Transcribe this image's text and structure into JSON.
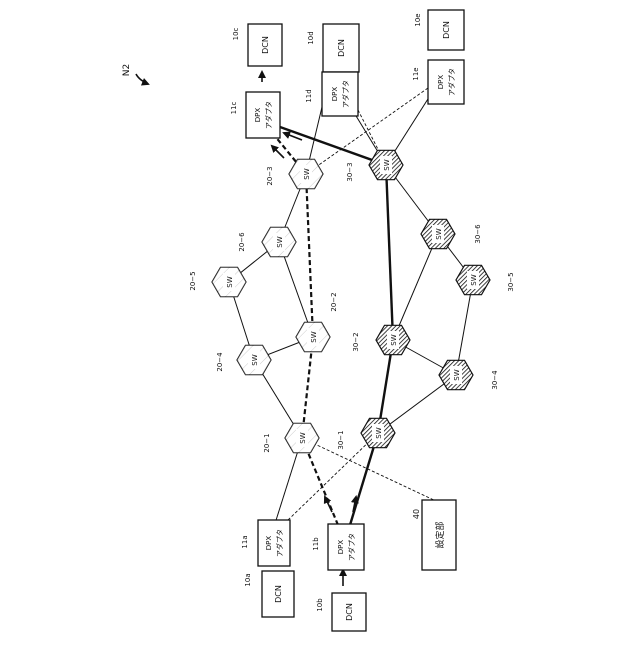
{
  "figure": {
    "id_label": "N2",
    "rotation": "rotated 90 degrees counter-clockwise",
    "dcn_text": "DCN",
    "dpx_line1": "DPX",
    "dpx_line2": "アダプタ",
    "sw_text": "SW",
    "controller_text": "設定部",
    "controller_ref": "40"
  },
  "dcns": [
    {
      "id": "10a",
      "ref": "10a"
    },
    {
      "id": "10b",
      "ref": "10b"
    },
    {
      "id": "10c",
      "ref": "10c"
    },
    {
      "id": "10d",
      "ref": "10d"
    },
    {
      "id": "10e",
      "ref": "10e"
    }
  ],
  "adapters": [
    {
      "id": "11a",
      "ref": "11a"
    },
    {
      "id": "11b",
      "ref": "11b"
    },
    {
      "id": "11c",
      "ref": "11c"
    },
    {
      "id": "11d",
      "ref": "11d"
    },
    {
      "id": "11e",
      "ref": "11e"
    }
  ],
  "switches_network_20": [
    {
      "id": "20-1",
      "ref": "20−1"
    },
    {
      "id": "20-2",
      "ref": "20−2"
    },
    {
      "id": "20-3",
      "ref": "20−3"
    },
    {
      "id": "20-4",
      "ref": "20−4"
    },
    {
      "id": "20-5",
      "ref": "20−5"
    },
    {
      "id": "20-6",
      "ref": "20−6"
    }
  ],
  "switches_network_30": [
    {
      "id": "30-1",
      "ref": "30−1"
    },
    {
      "id": "30-2",
      "ref": "30−2"
    },
    {
      "id": "30-3",
      "ref": "30−3"
    },
    {
      "id": "30-4",
      "ref": "30−4"
    },
    {
      "id": "30-5",
      "ref": "30−5"
    },
    {
      "id": "30-6",
      "ref": "30−6"
    }
  ],
  "links": [
    {
      "from": "11a",
      "to": "20-1",
      "style": "thin"
    },
    {
      "from": "20-1",
      "to": "20-4",
      "style": "thin"
    },
    {
      "from": "20-4",
      "to": "20-5",
      "style": "thin"
    },
    {
      "from": "20-5",
      "to": "20-6",
      "style": "thin"
    },
    {
      "from": "20-6",
      "to": "20-3",
      "style": "thin"
    },
    {
      "from": "20-4",
      "to": "20-2",
      "style": "thin"
    },
    {
      "from": "20-6",
      "to": "20-2",
      "style": "thin"
    },
    {
      "from": "20-3",
      "to": "11d",
      "style": "thin"
    },
    {
      "from": "20-3",
      "to": "11e",
      "style": "thin"
    },
    {
      "from": "11b",
      "to": "20-1",
      "style": "bold-dashed"
    },
    {
      "from": "20-1",
      "to": "20-2",
      "style": "bold-dashed"
    },
    {
      "from": "20-2",
      "to": "20-3",
      "style": "bold-dashed"
    },
    {
      "from": "20-3",
      "to": "11c",
      "style": "bold-dashed"
    },
    {
      "from": "11b",
      "to": "30-1",
      "style": "bold"
    },
    {
      "from": "30-1",
      "to": "30-2",
      "style": "bold"
    },
    {
      "from": "30-2",
      "to": "30-3",
      "style": "bold"
    },
    {
      "from": "30-3",
      "to": "11c",
      "style": "bold"
    },
    {
      "from": "30-1",
      "to": "30-4",
      "style": "thin"
    },
    {
      "from": "30-4",
      "to": "30-2",
      "style": "thin"
    },
    {
      "from": "30-4",
      "to": "30-5",
      "style": "thin"
    },
    {
      "from": "30-5",
      "to": "30-6",
      "style": "thin"
    },
    {
      "from": "30-6",
      "to": "30-2",
      "style": "thin"
    },
    {
      "from": "30-6",
      "to": "30-3",
      "style": "thin"
    },
    {
      "from": "30-3",
      "to": "11d",
      "style": "thin"
    },
    {
      "from": "30-3",
      "to": "11e",
      "style": "thin"
    },
    {
      "from": "11a",
      "to": "30-1",
      "style": "dashed"
    },
    {
      "from": "11c",
      "to": "30-3",
      "style": "dashed"
    },
    {
      "from": "11d",
      "to": "20-3",
      "style": "dashed"
    },
    {
      "from": "11e",
      "to": "20-3",
      "style": "dashed"
    },
    {
      "from": "40",
      "to": "20-1",
      "style": "dashed"
    }
  ]
}
